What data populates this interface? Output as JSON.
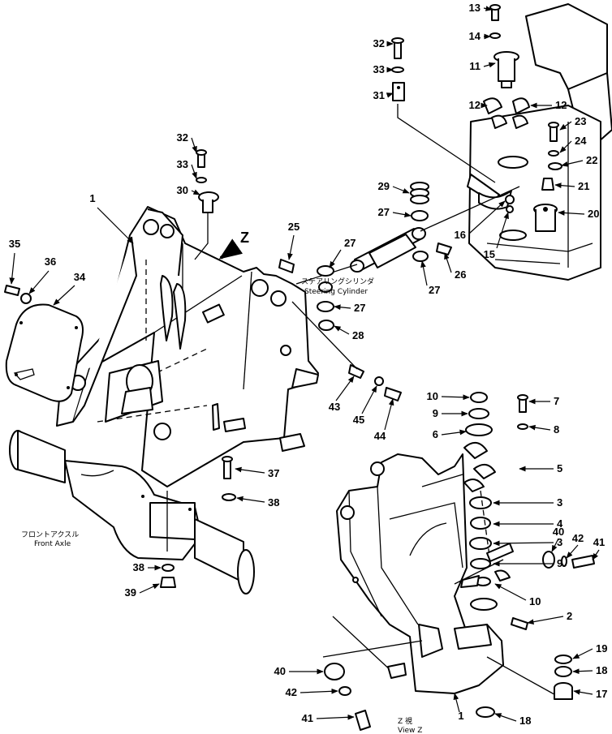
{
  "labels": {
    "view_z": "Z",
    "steering_cylinder_jp": "ステアリングシリンダ",
    "steering_cylinder_en": "Steering Cylinder",
    "front_axle_jp": "フロントアクスル",
    "front_axle_en": "Front Axle",
    "view_z_jp": "Z 視",
    "view_z_en": "View Z"
  },
  "callouts": [
    {
      "id": "13",
      "text": "13"
    },
    {
      "id": "14",
      "text": "14"
    },
    {
      "id": "11",
      "text": "11"
    },
    {
      "id": "32a",
      "text": "32"
    },
    {
      "id": "33a",
      "text": "33"
    },
    {
      "id": "31",
      "text": "31"
    },
    {
      "id": "12a",
      "text": "12"
    },
    {
      "id": "12b",
      "text": "12"
    },
    {
      "id": "23",
      "text": "23"
    },
    {
      "id": "24",
      "text": "24"
    },
    {
      "id": "22",
      "text": "22"
    },
    {
      "id": "21",
      "text": "21"
    },
    {
      "id": "20",
      "text": "20"
    },
    {
      "id": "32b",
      "text": "32"
    },
    {
      "id": "33b",
      "text": "33"
    },
    {
      "id": "30",
      "text": "30"
    },
    {
      "id": "29",
      "text": "29"
    },
    {
      "id": "27a",
      "text": "27"
    },
    {
      "id": "16",
      "text": "16"
    },
    {
      "id": "15",
      "text": "15"
    },
    {
      "id": "26",
      "text": "26"
    },
    {
      "id": "27b",
      "text": "27"
    },
    {
      "id": "25",
      "text": "25"
    },
    {
      "id": "27c",
      "text": "27"
    },
    {
      "id": "27d",
      "text": "27"
    },
    {
      "id": "28",
      "text": "28"
    },
    {
      "id": "1a",
      "text": "1"
    },
    {
      "id": "35",
      "text": "35"
    },
    {
      "id": "36",
      "text": "36"
    },
    {
      "id": "34",
      "text": "34"
    },
    {
      "id": "43",
      "text": "43"
    },
    {
      "id": "45",
      "text": "45"
    },
    {
      "id": "44",
      "text": "44"
    },
    {
      "id": "10a",
      "text": "10"
    },
    {
      "id": "9a",
      "text": "9"
    },
    {
      "id": "6",
      "text": "6"
    },
    {
      "id": "7",
      "text": "7"
    },
    {
      "id": "8",
      "text": "8"
    },
    {
      "id": "5",
      "text": "5"
    },
    {
      "id": "3a",
      "text": "3"
    },
    {
      "id": "4",
      "text": "4"
    },
    {
      "id": "3b",
      "text": "3"
    },
    {
      "id": "9b",
      "text": "9"
    },
    {
      "id": "10b",
      "text": "10"
    },
    {
      "id": "40a",
      "text": "40"
    },
    {
      "id": "42a",
      "text": "42"
    },
    {
      "id": "41a",
      "text": "41"
    },
    {
      "id": "37",
      "text": "37"
    },
    {
      "id": "38a",
      "text": "38"
    },
    {
      "id": "38b",
      "text": "38"
    },
    {
      "id": "39",
      "text": "39"
    },
    {
      "id": "2",
      "text": "2"
    },
    {
      "id": "19",
      "text": "19"
    },
    {
      "id": "18a",
      "text": "18"
    },
    {
      "id": "17",
      "text": "17"
    },
    {
      "id": "40b",
      "text": "40"
    },
    {
      "id": "42b",
      "text": "42"
    },
    {
      "id": "41b",
      "text": "41"
    },
    {
      "id": "1b",
      "text": "1"
    },
    {
      "id": "18b",
      "text": "18"
    }
  ]
}
